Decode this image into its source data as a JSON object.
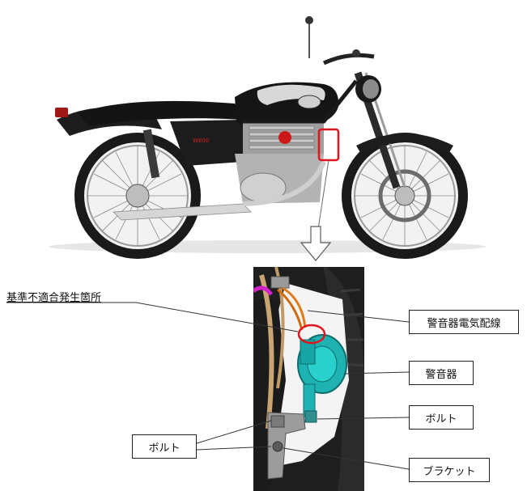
{
  "labels": {
    "defect_location": "基準不適合発生箇所",
    "horn_wiring": "警音器電気配線",
    "horn": "警音器",
    "bolt_right": "ボルト",
    "bolt_left": "ボルト",
    "bracket": "ブラケット"
  },
  "colors": {
    "highlight_red": "#e0141e",
    "horn_teal": "#1fb2b2",
    "motorcycle_black": "#151515",
    "chrome": "#c9c9c9",
    "tank_silver": "#d8d8d8"
  },
  "icons": {
    "motorcycle": "motorcycle-illustration",
    "detail": "horn-assembly-closeup",
    "pointer": "down-arrow"
  }
}
